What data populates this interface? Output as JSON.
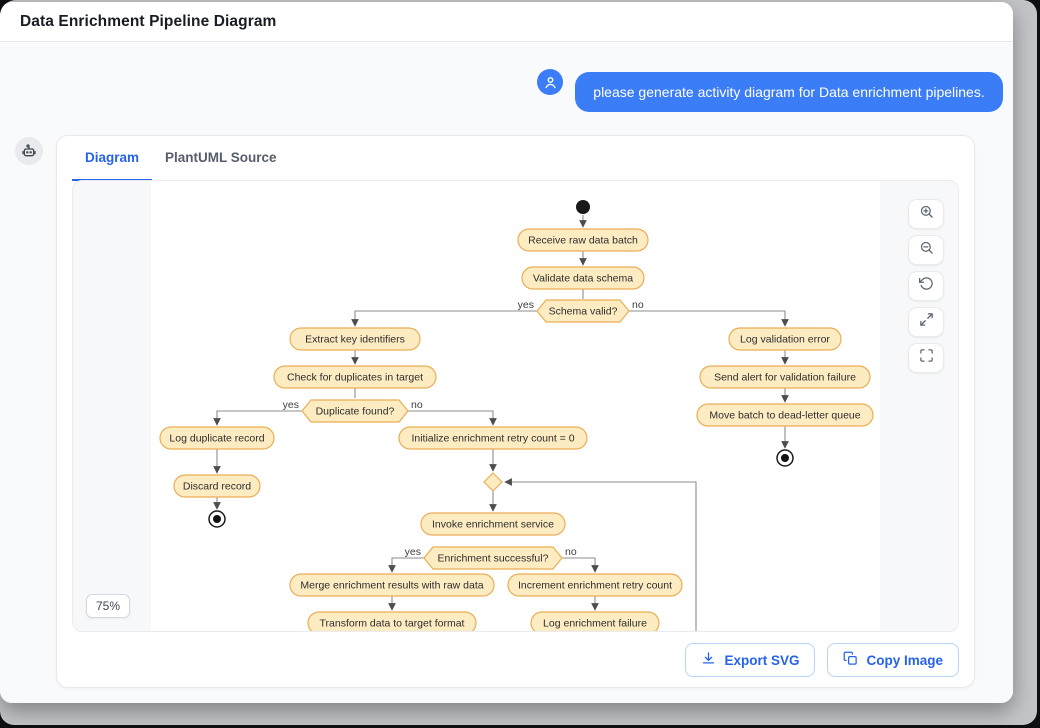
{
  "window": {
    "title": "Data Enrichment Pipeline Diagram"
  },
  "chat": {
    "user_message": "please generate activity diagram for Data enrichment pipelines.",
    "user_avatar_icon": "user-icon",
    "bot_avatar_icon": "robot-icon"
  },
  "panel": {
    "tabs": [
      {
        "label": "Diagram",
        "active": true
      },
      {
        "label": "PlantUML Source",
        "active": false
      }
    ],
    "zoom_controls": [
      "zoom-in",
      "zoom-out",
      "reset-view",
      "expand",
      "fullscreen"
    ],
    "zoom_level": "75%",
    "footer": {
      "export_svg": "Export SVG",
      "copy_image": "Copy Image"
    }
  },
  "diagram": {
    "type": "activity",
    "activities": [
      "Receive raw data batch",
      "Validate data schema",
      "Extract key identifiers",
      "Check for duplicates in target",
      "Log duplicate record",
      "Initialize enrichment retry count = 0",
      "Discard record",
      "Log validation error",
      "Send alert for validation failure",
      "Move batch to dead-letter queue",
      "Invoke enrichment service",
      "Merge enrichment results with raw data",
      "Increment enrichment retry count",
      "Transform data to target format",
      "Log enrichment failure"
    ],
    "decisions": [
      {
        "label": "Schema valid?",
        "yes": "yes",
        "no": "no"
      },
      {
        "label": "Duplicate found?",
        "yes": "yes",
        "no": "no"
      },
      {
        "label": "Enrichment successful?",
        "yes": "yes",
        "no": "no"
      }
    ],
    "flow": [
      "start -> Receive raw data batch",
      "Receive raw data batch -> Validate data schema",
      "Validate data schema -> Schema valid?",
      "Schema valid? [yes] -> Extract key identifiers",
      "Schema valid? [no] -> Log validation error",
      "Extract key identifiers -> Check for duplicates in target",
      "Check for duplicates in target -> Duplicate found?",
      "Duplicate found? [yes] -> Log duplicate record",
      "Duplicate found? [no] -> Initialize enrichment retry count = 0",
      "Log duplicate record -> Discard record",
      "Discard record -> end",
      "Log validation error -> Send alert for validation failure",
      "Send alert for validation failure -> Move batch to dead-letter queue",
      "Move batch to dead-letter queue -> end",
      "Initialize enrichment retry count = 0 -> merge",
      "merge -> Invoke enrichment service",
      "Invoke enrichment service -> Enrichment successful?",
      "Enrichment successful? [yes] -> Merge enrichment results with raw data",
      "Enrichment successful? [no] -> Increment enrichment retry count",
      "Merge enrichment results with raw data -> Transform data to target format",
      "Increment enrichment retry count -> Log enrichment failure",
      "retry loop -> merge"
    ]
  },
  "colors": {
    "bubble_blue": "#3b7cf7",
    "tab_active_blue": "#2563eb",
    "action_button_blue": "#2563eb",
    "node_fill": "#fdebc2",
    "node_border": "#eaae56",
    "edge_gray": "#8c8c8c",
    "desktop_dark": "#0d0f13",
    "desktop_gray": "#c3c5c8"
  }
}
